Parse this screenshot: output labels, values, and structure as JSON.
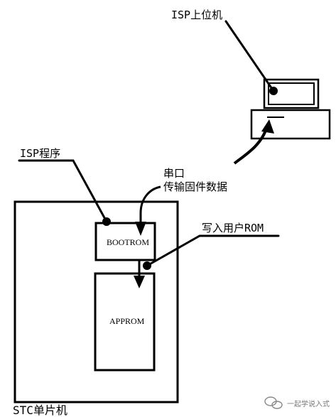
{
  "labels": {
    "host": "ISP上位机",
    "isp_program": "ISP程序",
    "serial_line1": "串口",
    "serial_line2": "传输固件数据",
    "write_rom": "写入用户ROM",
    "bootrom": "BOOTROM",
    "approm": "APPROM",
    "chip": "STC单片机"
  },
  "watermark": {
    "text": "一起学说入式"
  },
  "colors": {
    "ink": "#000000",
    "background": "#ffffff",
    "watermark": "#777777"
  },
  "icons": {
    "host_computer": "desktop-computer-icon",
    "watermark": "wechat-logo-icon"
  }
}
